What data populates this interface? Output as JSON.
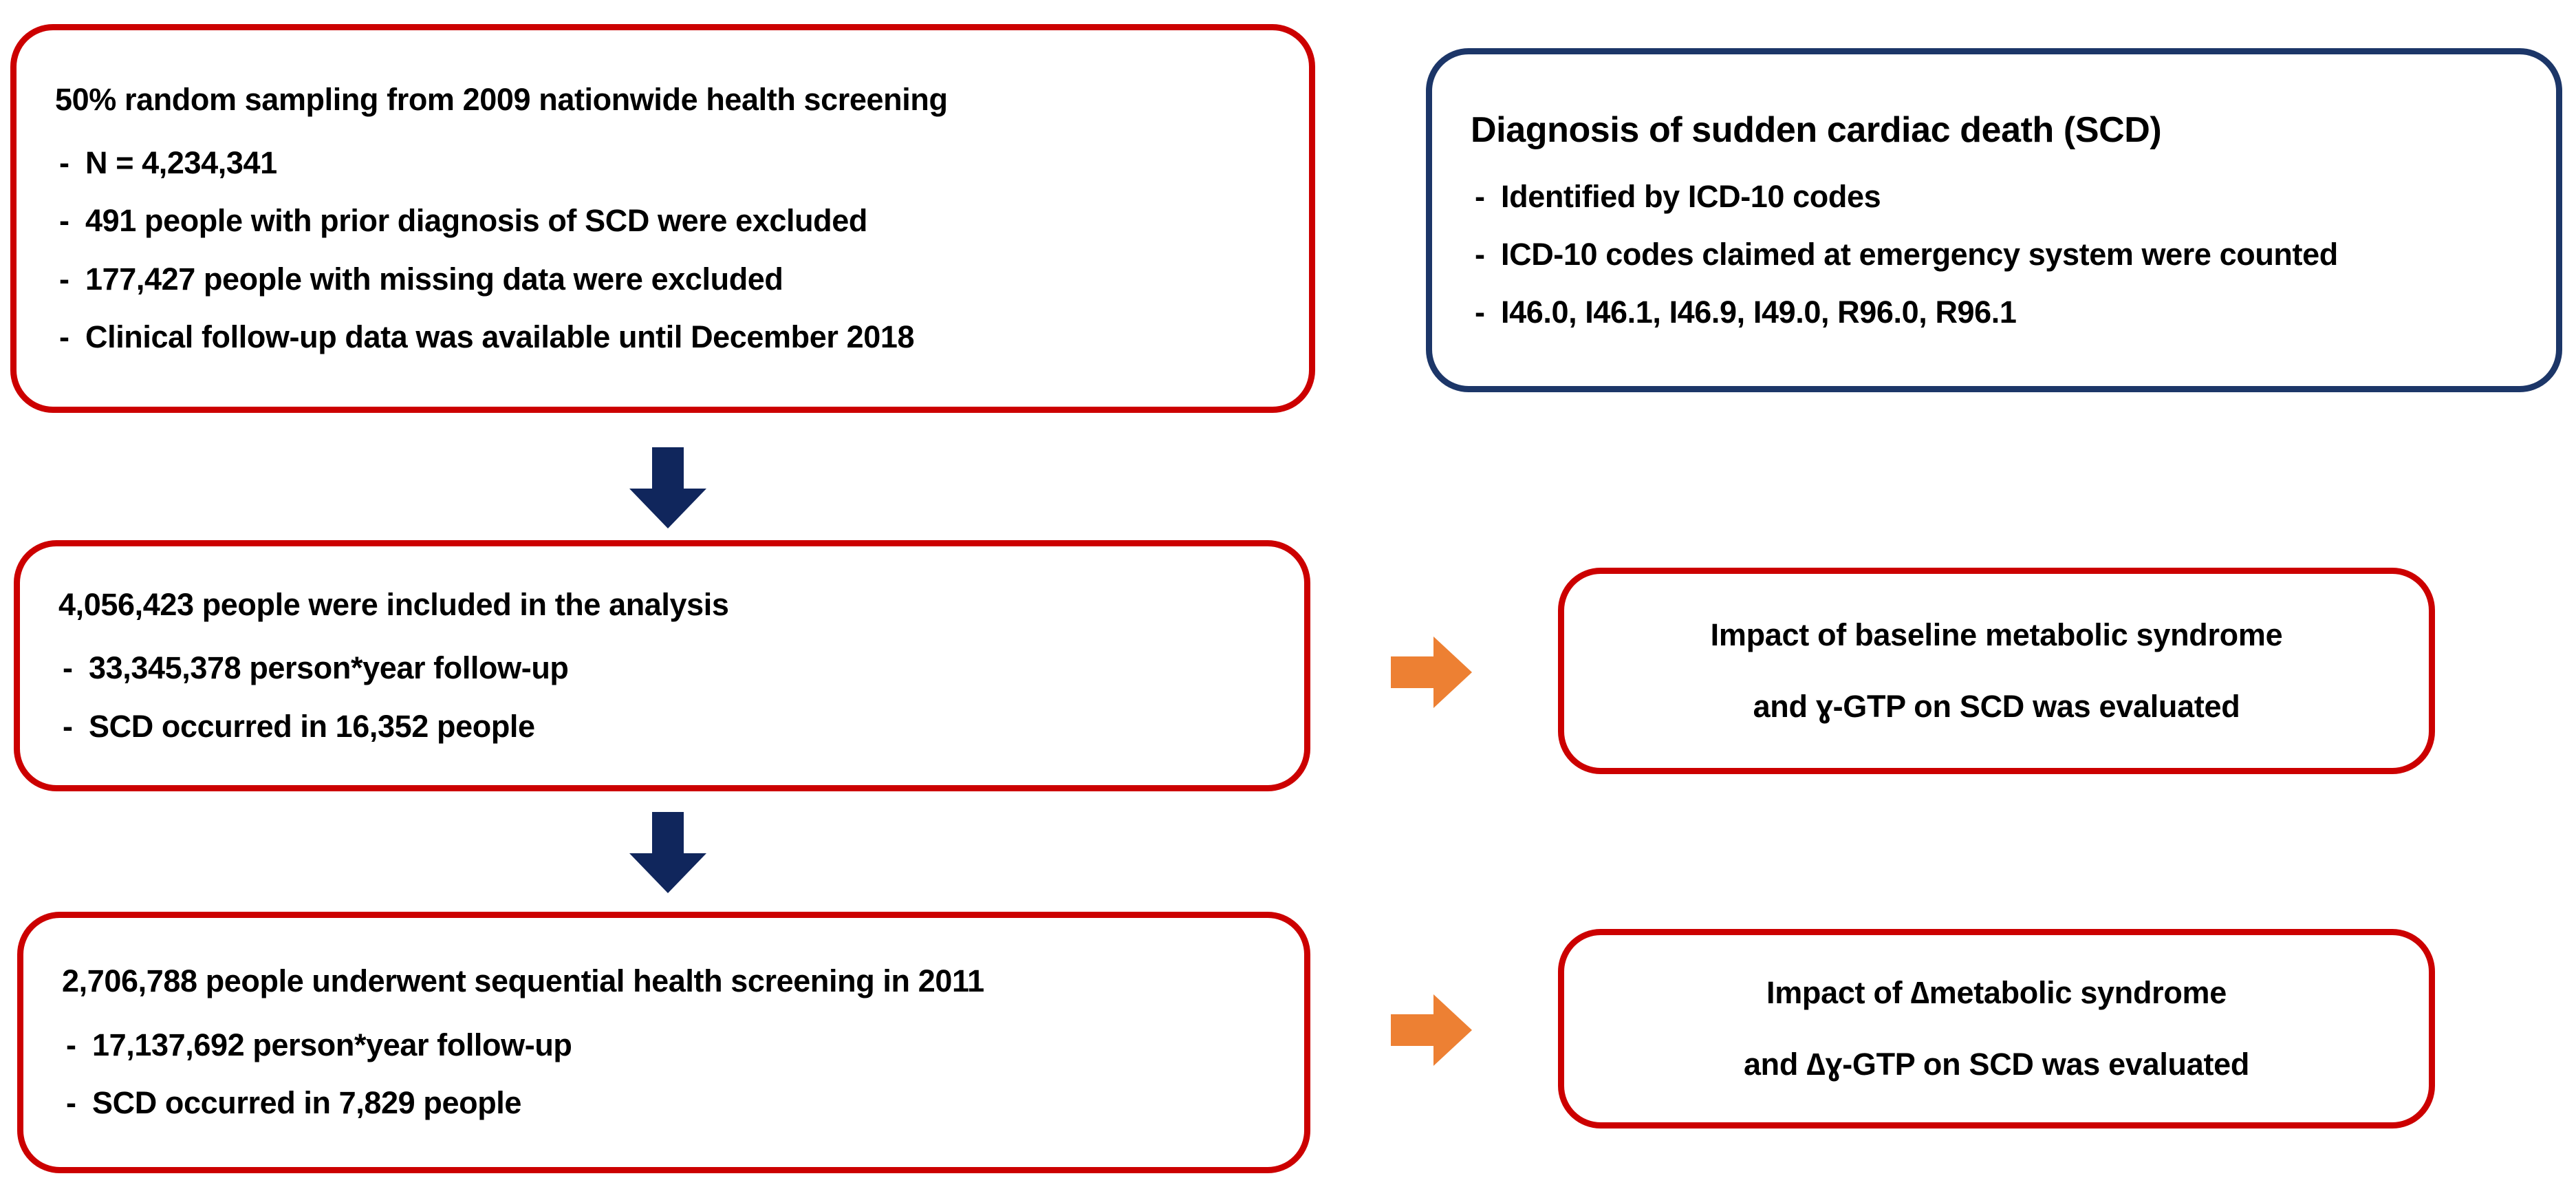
{
  "colors": {
    "red_border": "#CC0000",
    "navy_border": "#1C3668",
    "navy_arrow": "#10265C",
    "orange_arrow": "#ED8033",
    "text": "#000000",
    "background": "#FFFFFF"
  },
  "flow": {
    "source_box": {
      "headline": "50% random sampling from 2009 nationwide health screening",
      "bullets": [
        "N = 4,234,341",
        "491 people with prior diagnosis of SCD were excluded",
        "177,427 people with missing data were excluded",
        "Clinical follow-up data was available until December 2018"
      ]
    },
    "analysis_box": {
      "headline": "4,056,423 people were included in the analysis",
      "bullets": [
        "33,345,378 person*year follow-up",
        "SCD occurred in 16,352 people"
      ]
    },
    "sequential_box": {
      "headline": "2,706,788 people underwent sequential health screening in 2011",
      "bullets": [
        "17,137,692 person*year follow-up",
        "SCD occurred in 7,829 people"
      ]
    }
  },
  "definition_box": {
    "title": "Diagnosis of sudden cardiac death (SCD)",
    "bullets": [
      "Identified by ICD-10 codes",
      "ICD-10 codes claimed at emergency system were counted",
      "I46.0, I46.1, I46.9, I49.0, R96.0, R96.1"
    ]
  },
  "outcome_boxes": [
    {
      "line1": "Impact of baseline metabolic syndrome",
      "line2": "and ɣ-GTP on SCD was evaluated"
    },
    {
      "line1": "Impact of ∆metabolic syndrome",
      "line2": "and ∆ɣ-GTP on SCD was evaluated"
    }
  ],
  "arrows": {
    "down_1": "arrow-down-icon",
    "down_2": "arrow-down-icon",
    "right_1": "arrow-right-icon",
    "right_2": "arrow-right-icon"
  }
}
